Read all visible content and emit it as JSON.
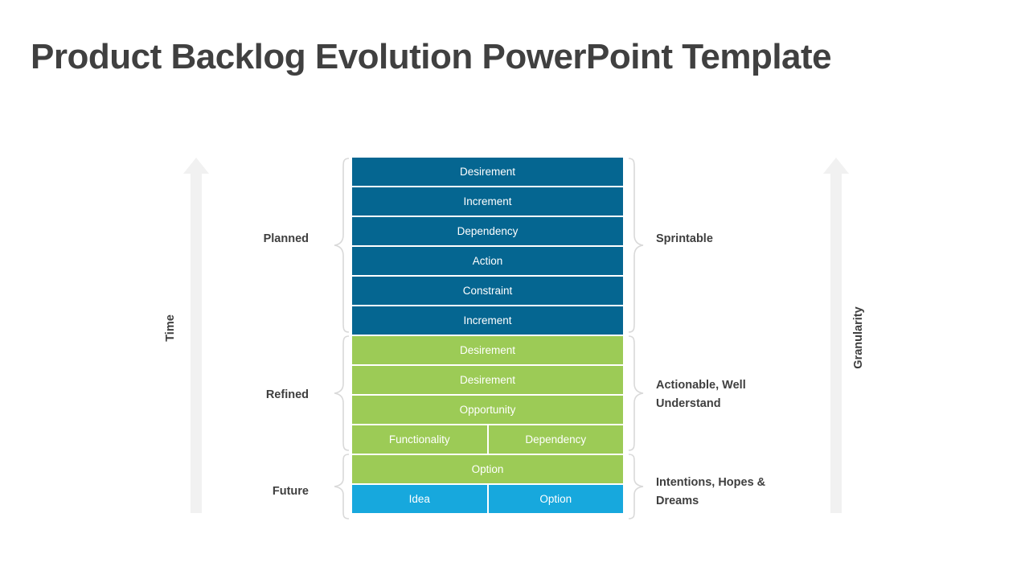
{
  "slide": {
    "title": "Product Backlog Evolution PowerPoint Template",
    "background": "#ffffff"
  },
  "axes": {
    "left": {
      "label": "Time",
      "icon": "arrow-up-icon",
      "direction": "up",
      "color": "#f1f1f1"
    },
    "right": {
      "label": "Granularity",
      "icon": "arrow-up-icon",
      "direction": "up",
      "color": "#f1f1f1"
    }
  },
  "colors": {
    "blue": "#056691",
    "green": "#9ccb56",
    "cyan": "#17a8dd",
    "text_dark": "#3f3f3f",
    "arrow_gray": "#f1f1f1",
    "brace_gray": "#d9d9d9"
  },
  "stack": {
    "rows": [
      {
        "color": "blue",
        "cells": [
          "Desirement"
        ]
      },
      {
        "color": "blue",
        "cells": [
          "Increment"
        ]
      },
      {
        "color": "blue",
        "cells": [
          "Dependency"
        ]
      },
      {
        "color": "blue",
        "cells": [
          "Action"
        ]
      },
      {
        "color": "blue",
        "cells": [
          "Constraint"
        ]
      },
      {
        "color": "blue",
        "cells": [
          "Increment"
        ]
      },
      {
        "color": "green",
        "cells": [
          "Desirement"
        ]
      },
      {
        "color": "green",
        "cells": [
          "Desirement"
        ]
      },
      {
        "color": "green",
        "cells": [
          "Opportunity"
        ]
      },
      {
        "color": "green",
        "cells": [
          "Functionality",
          "Dependency"
        ]
      },
      {
        "color": "green",
        "cells": [
          "Option"
        ]
      },
      {
        "color": "cyan",
        "cells": [
          "Idea",
          "Option"
        ]
      }
    ]
  },
  "groups": {
    "left": [
      {
        "label": "Planned"
      },
      {
        "label": "Refined"
      },
      {
        "label": "Future"
      }
    ],
    "right": [
      {
        "label": "Sprintable"
      },
      {
        "label": "Actionable, Well Understand"
      },
      {
        "label": "Intentions, Hopes & Dreams"
      }
    ]
  }
}
